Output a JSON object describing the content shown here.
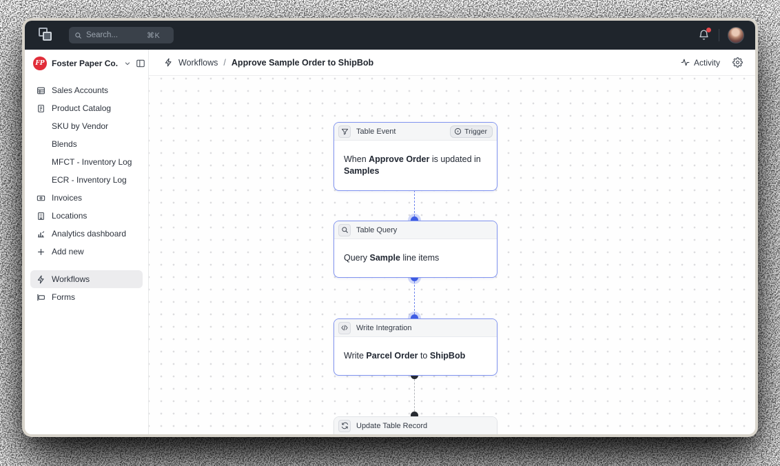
{
  "topbar": {
    "search_placeholder": "Search...",
    "search_shortcut": "⌘K"
  },
  "sidebar": {
    "workspace_name": "Foster Paper Co.",
    "workspace_monogram": "FP",
    "items": [
      {
        "label": "Sales Accounts",
        "icon": "table-icon",
        "indent": false,
        "active": false
      },
      {
        "label": "Product Catalog",
        "icon": "document-icon",
        "indent": false,
        "active": false
      },
      {
        "label": "SKU by Vendor",
        "icon": null,
        "indent": true,
        "active": false
      },
      {
        "label": "Blends",
        "icon": null,
        "indent": true,
        "active": false
      },
      {
        "label": "MFCT - Inventory Log",
        "icon": null,
        "indent": true,
        "active": false
      },
      {
        "label": "ECR - Inventory Log",
        "icon": null,
        "indent": true,
        "active": false
      },
      {
        "label": "Invoices",
        "icon": "invoice-icon",
        "indent": false,
        "active": false
      },
      {
        "label": "Locations",
        "icon": "building-icon",
        "indent": false,
        "active": false
      },
      {
        "label": "Analytics dashboard",
        "icon": "bar-chart-icon",
        "indent": false,
        "active": false
      },
      {
        "label": "Add new",
        "icon": "plus-icon",
        "indent": false,
        "active": false
      },
      {
        "label": "Workflows",
        "icon": "zap-icon",
        "indent": false,
        "active": true
      },
      {
        "label": "Forms",
        "icon": "form-input-icon",
        "indent": false,
        "active": false
      }
    ]
  },
  "breadcrumb": {
    "section": "Workflows",
    "separator": "/",
    "title": "Approve Sample Order to ShipBob"
  },
  "header_actions": {
    "activity_label": "Activity"
  },
  "workflow": {
    "nodes": [
      {
        "title": "Table Event",
        "icon": "filter-icon",
        "badge": "Trigger",
        "body_parts": {
          "p0": "When ",
          "p1": "Approve Order",
          "p2": " is updated in ",
          "p3": "Samples"
        }
      },
      {
        "title": "Table Query",
        "icon": "search-icon",
        "body_parts": {
          "p0": "Query ",
          "p1": "Sample",
          "p2": " line items"
        }
      },
      {
        "title": "Write Integration",
        "icon": "code-icon",
        "body_parts": {
          "p0": "Write ",
          "p1": "Parcel Order",
          "p2": " to ",
          "p3": "ShipBob"
        }
      },
      {
        "title": "Update Table Record",
        "icon": "sync-icon"
      }
    ]
  },
  "colors": {
    "accent_blue": "#3f5de4",
    "node_border_blue": "#8194ef",
    "topbar_bg": "#1f252c",
    "notification_red": "#e5484d",
    "workspace_logo_red": "#e12d39"
  }
}
